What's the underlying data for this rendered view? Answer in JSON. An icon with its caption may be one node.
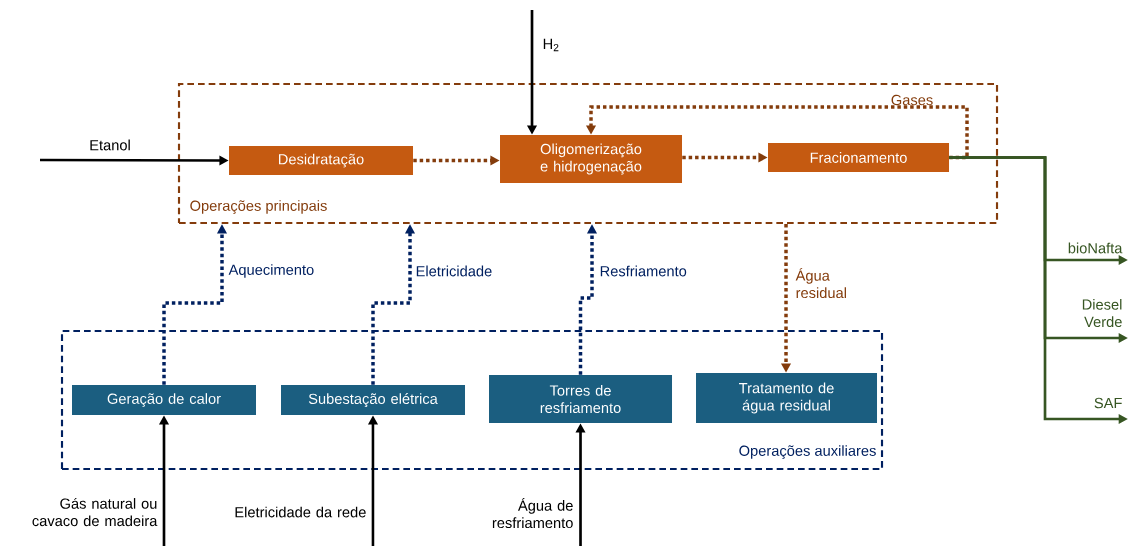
{
  "diagram": {
    "nodes": [
      {
        "text": [
          "Operações principais"
        ]
      },
      {
        "text": [
          "Desidratação"
        ],
        "in": 0
      },
      {
        "text": [
          "Oligomerização e hidrogenação"
        ],
        "in": 0
      },
      {
        "text": [
          "Fracionamento"
        ],
        "in": 0
      },
      {
        "text": [
          "Operações auxiliares"
        ]
      },
      {
        "text": [
          "Geração de calor"
        ],
        "in": 4
      },
      {
        "text": [
          "Subestação elétrica"
        ],
        "in": 4
      },
      {
        "text": [
          "Torres de resfriamento"
        ],
        "in": 4
      },
      {
        "text": [
          "Tratamento de água residual"
        ],
        "in": 4
      }
    ],
    "edges": [
      {
        "from": null,
        "to": 1,
        "arrow": "to",
        "label": "Etanol"
      },
      {
        "from": null,
        "to": 2,
        "arrow": "to",
        "label": "H$_{2}$"
      },
      {
        "from": 1,
        "to": 2,
        "arrow": "to",
        "style": "dashed",
        "color": "#843c0c"
      },
      {
        "from": 2,
        "to": 3,
        "arrow": "to",
        "style": "dashed",
        "color": "#843c0c"
      },
      {
        "from": 3,
        "to": 2,
        "arrow": "to",
        "style": "dashed",
        "color": "#843c0c",
        "label": "Gases"
      },
      {
        "from": 3,
        "to": null,
        "arrow": "to",
        "color": "#375623",
        "label": "bioNafta"
      },
      {
        "from": 3,
        "to": null,
        "arrow": "to",
        "color": "#375623",
        "label": "Diesel Verde"
      },
      {
        "from": 3,
        "to": null,
        "arrow": "to",
        "color": "#375623",
        "label": "SAF"
      },
      {
        "from": 5,
        "to": 0,
        "arrow": "to",
        "style": "dashed",
        "color": "#002060",
        "label": "Aquecimento"
      },
      {
        "from": 6,
        "to": 0,
        "arrow": "to",
        "style": "dashed",
        "color": "#002060",
        "label": "Eletricidade"
      },
      {
        "from": 7,
        "to": 0,
        "arrow": "to",
        "style": "dashed",
        "color": "#002060",
        "label": "Resfriamento"
      },
      {
        "from": 0,
        "to": 8,
        "arrow": "to",
        "style": "dashed",
        "color": "#843c0c",
        "label": "Água residual"
      },
      {
        "from": null,
        "to": 5,
        "arrow": "to",
        "label": "Gás natural ou cavaco de madeira"
      },
      {
        "from": null,
        "to": 6,
        "arrow": "to",
        "label": "Eletricidade da rede"
      },
      {
        "from": null,
        "to": 7,
        "arrow": "to",
        "label": "Água de resfriamento"
      }
    ]
  }
}
